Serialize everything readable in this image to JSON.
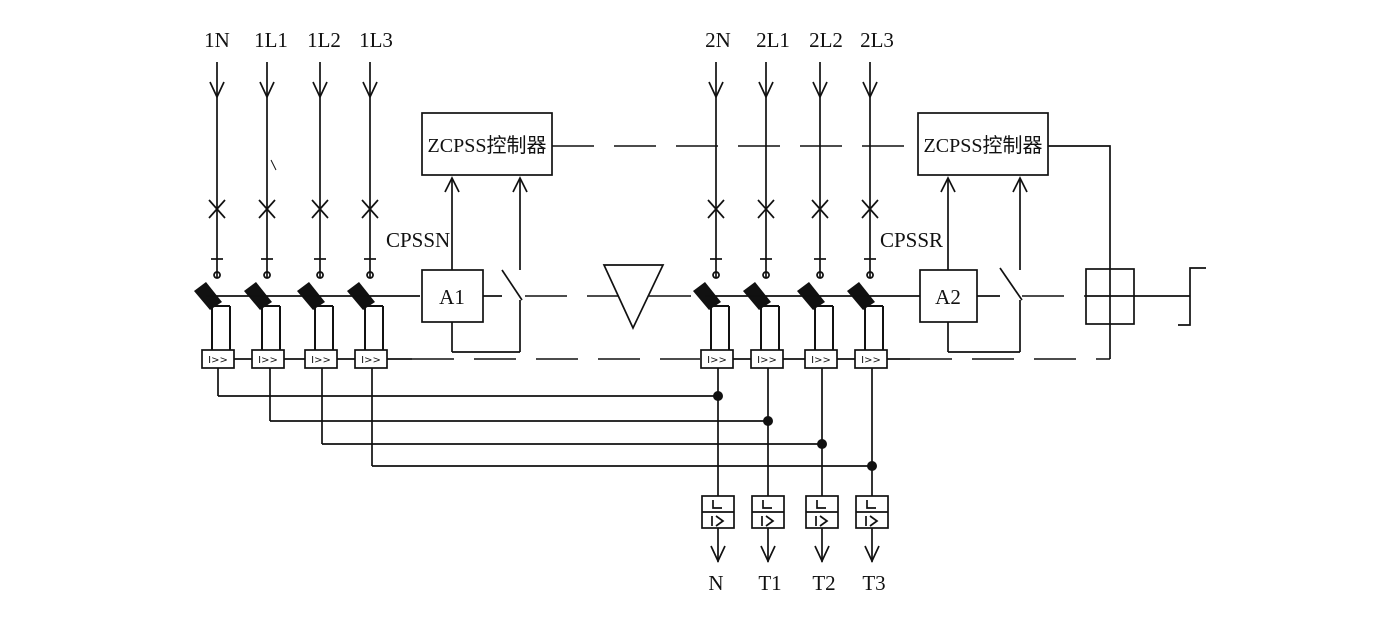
{
  "inputs_1": [
    "1N",
    "1L1",
    "1L2",
    "1L3"
  ],
  "inputs_2": [
    "2N",
    "2L1",
    "2L2",
    "2L3"
  ],
  "outputs": [
    "N",
    "T1",
    "T2",
    "T3"
  ],
  "controllers": [
    {
      "label": "ZCPSS控制器"
    },
    {
      "label": "ZCPSS控制器"
    }
  ],
  "signal_labels": [
    "CPSSN",
    "CPSSR"
  ],
  "actuators": [
    "A1",
    "A2"
  ],
  "relay_symbol": "I>>"
}
